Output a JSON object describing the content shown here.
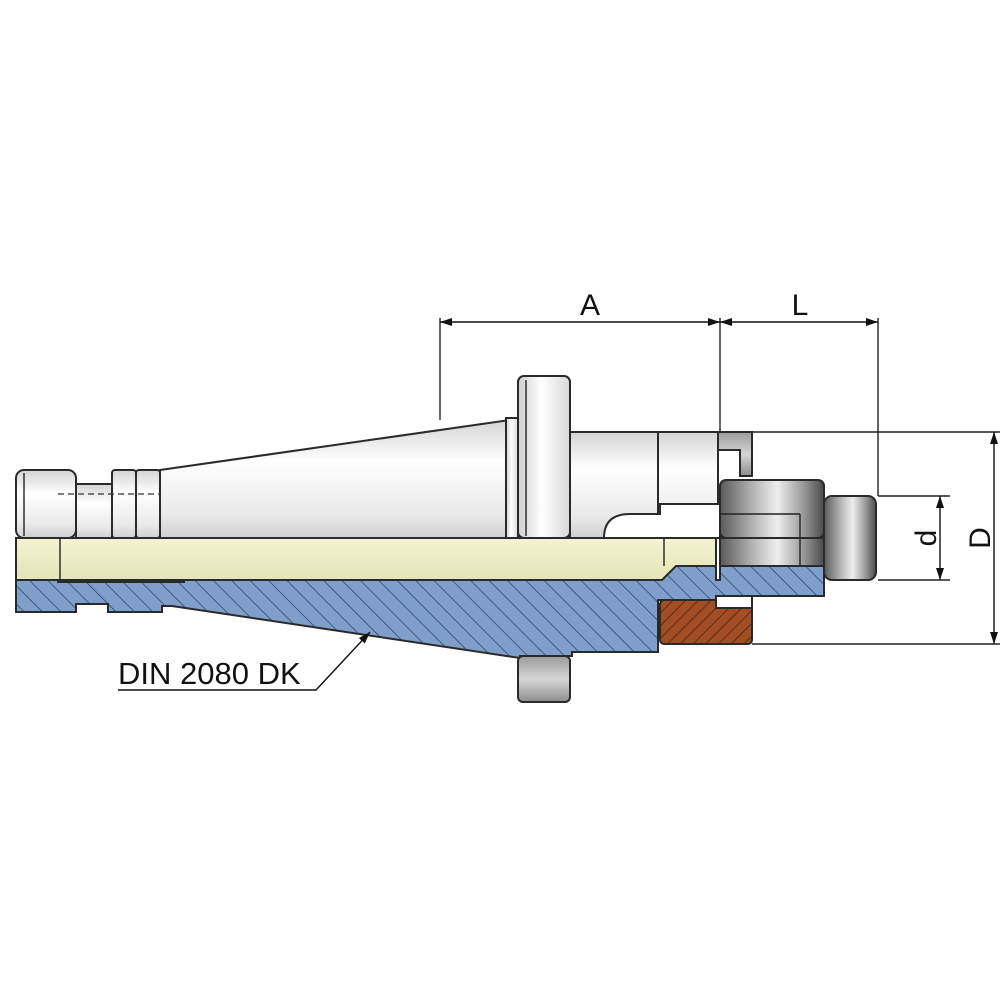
{
  "labels": {
    "dim_A": "A",
    "dim_L": "L",
    "dim_d": "d",
    "dim_D": "D",
    "standard": "DIN 2080 DK"
  },
  "colors": {
    "section_fill": "#7f9fca",
    "hatch": "#2c3e5c",
    "bore_fill": "#eeeec4",
    "wood_fill": "#a34d24",
    "steel_light": "#f2f2f2",
    "steel_mid": "#c9c9c9",
    "steel_dark": "#6e6e6e",
    "line": "#222222"
  }
}
